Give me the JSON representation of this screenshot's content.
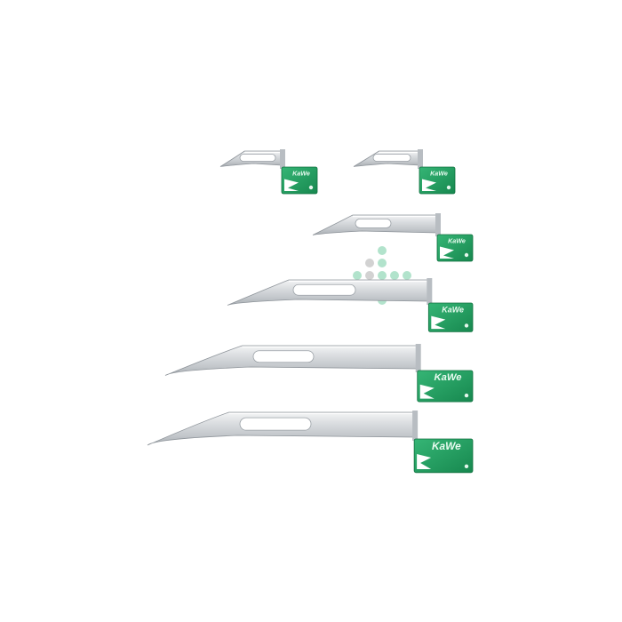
{
  "image": {
    "background_color": "#ffffff",
    "subject": "laryngoscope blades",
    "blade_count": 6,
    "colors": {
      "steel_light": "#eef0f2",
      "steel_mid": "#c9cdd1",
      "steel_dark": "#9aa0a6",
      "connector_green": "#1e9a5e",
      "connector_green_light": "#35b575",
      "watermark_green": "#9fdcbf",
      "watermark_gray": "#c7c7c7"
    }
  },
  "blades": [
    {
      "id": 1,
      "brand": "KaWe"
    },
    {
      "id": 2,
      "brand": "KaWe"
    },
    {
      "id": 3,
      "brand": "KaWe"
    },
    {
      "id": 4,
      "brand": "KaWe"
    },
    {
      "id": 5,
      "brand": "KaWe"
    },
    {
      "id": 6,
      "brand": "KaWe"
    }
  ],
  "watermark": {
    "icon": "dot-cross-logo"
  }
}
